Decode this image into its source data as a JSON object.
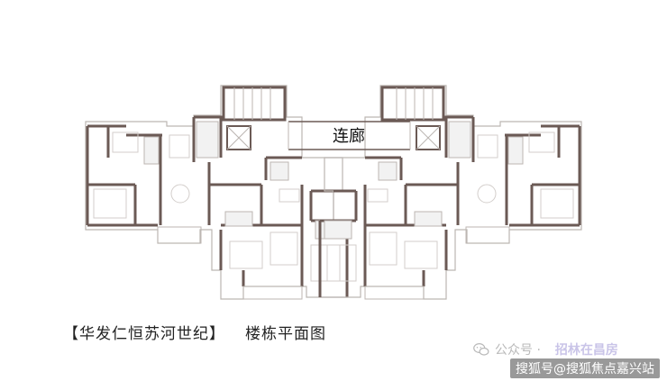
{
  "diagram": {
    "corridor_label": "连廊"
  },
  "caption": {
    "title": "【华发仁恒苏河世纪】",
    "subtitle": "楼栋平面图"
  },
  "watermarks": {
    "account_prefix": "公众号 · ",
    "account_name": "招林在昌房",
    "sohu": "搜狐号@搜狐焦点嘉兴站",
    "icon": "wechat-icon"
  },
  "colors": {
    "wall": "#6b5a55",
    "thin_line": "#bcb6b2",
    "bath_fill": "#f2f2f2"
  }
}
